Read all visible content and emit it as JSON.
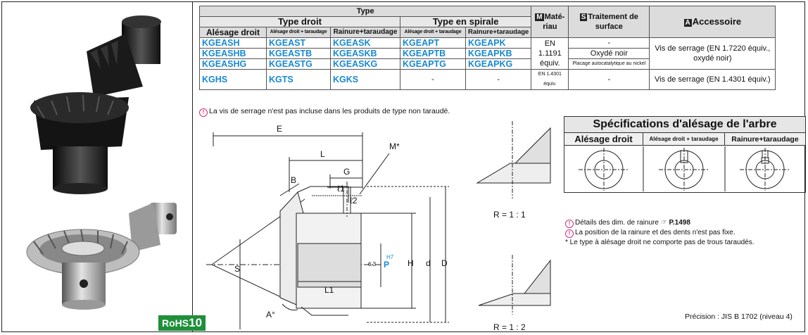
{
  "table": {
    "type": "Type",
    "type_droit": "Type droit",
    "type_spirale": "Type en spirale",
    "materiau_badge": "M",
    "materiau": "Maté-riau",
    "traitement_badge": "S",
    "traitement": "Traitement de surface",
    "accessoire_badge": "A",
    "accessoire": "Accessoire",
    "cols": [
      "Alésage droit",
      "Alésage droit + taraudage",
      "Rainure+taraudage",
      "Alésage droit + taraudage",
      "Rainure+taraudage"
    ],
    "rows": [
      [
        "KGEASH",
        "KGEAST",
        "KGEASK",
        "KGEAPT",
        "KGEAPK"
      ],
      [
        "KGEASHB",
        "KGEASTB",
        "KGEASKB",
        "KGEAPTB",
        "KGEAPKB"
      ],
      [
        "KGEASHG",
        "KGEASTG",
        "KGEASKG",
        "KGEAPTG",
        "KGEAPKG"
      ],
      [
        "KGHS",
        "KGTS",
        "KGKS",
        "-",
        "-"
      ]
    ],
    "material_1": "EN 1.1191 équiv.",
    "material_2": "EN 1.4301 équiv.",
    "treatment_1": "-",
    "treatment_2": "Oxydé noir",
    "treatment_3": "Placage autocatalytique au nickel",
    "treatment_4": "-",
    "accessory_1": "Vis de serrage (EN 1.7220 équiv., oxydé noir)",
    "accessory_2": "Vis de serrage (EN 1.4301 équiv.)"
  },
  "note_screw": "La vis de serrage n'est pas incluse dans les produits de type non taraudé.",
  "drawing": {
    "E": "E",
    "L": "L",
    "G": "G",
    "M": "M*",
    "l1": "ℓ1",
    "l2": "ℓ2",
    "B": "B",
    "S": "S",
    "H": "H",
    "d": "d",
    "D": "D",
    "L1": "L1",
    "A": "A°",
    "P": "P",
    "P_tol": "H7",
    "rough": "6.3"
  },
  "ratio_1": "R = 1 : 1",
  "ratio_2": "R = 1 : 2",
  "bore": {
    "title": "Spécifications d'alésage de l'arbre",
    "h1": "Alésage droit",
    "h2": "Alésage droit + taraudage",
    "h3": "Rainure+taraudage"
  },
  "notes": {
    "n1": "Détails des dim. de rainure",
    "n1_ref": "P.1498",
    "n2": "La position de la rainure et des dents n'est pas fixe.",
    "n3": "* Le type à alésage droit ne comporte pas de trous taraudés."
  },
  "precision": "Précision : JIS B 1702 (niveau 4)",
  "rohs": {
    "prefix": "RoHS",
    "num": "10"
  },
  "colors": {
    "code": "#1789d0",
    "rohs": "#1e8f3a",
    "warn": "#d0307a"
  }
}
